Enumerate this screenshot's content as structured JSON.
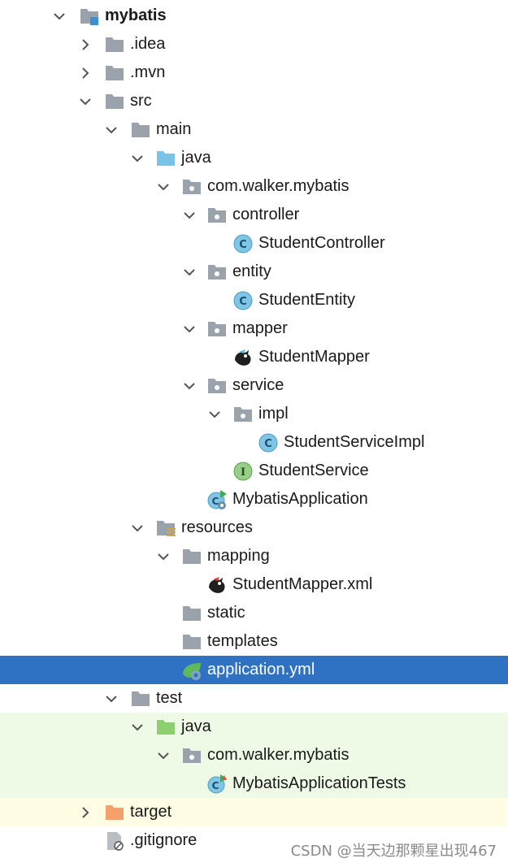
{
  "colors": {
    "selected_bg": "#2f72c4",
    "test_bg": "#eefae6",
    "target_bg": "#fffde4",
    "folder_gray": "#9aa3ab",
    "folder_blue": "#79c4e6",
    "folder_green": "#8ccf6f",
    "folder_orange": "#f4a06a",
    "class_blue": "#7fc6e6",
    "interface_green": "#98cf88"
  },
  "tree": {
    "items": [
      {
        "label": "mybatis",
        "icon": "module-icon",
        "expanded": true,
        "bold": true
      },
      {
        "label": ".idea",
        "icon": "folder-icon",
        "expanded": false
      },
      {
        "label": ".mvn",
        "icon": "folder-icon",
        "expanded": false
      },
      {
        "label": "src",
        "icon": "folder-icon",
        "expanded": true
      },
      {
        "label": "main",
        "icon": "folder-icon",
        "expanded": true
      },
      {
        "label": "java",
        "icon": "source-folder-icon",
        "expanded": true
      },
      {
        "label": "com.walker.mybatis",
        "icon": "package-icon",
        "expanded": true
      },
      {
        "label": "controller",
        "icon": "package-icon",
        "expanded": true
      },
      {
        "label": "StudentController",
        "icon": "class-icon"
      },
      {
        "label": "entity",
        "icon": "package-icon",
        "expanded": true
      },
      {
        "label": "StudentEntity",
        "icon": "class-icon"
      },
      {
        "label": "mapper",
        "icon": "package-icon",
        "expanded": true
      },
      {
        "label": "StudentMapper",
        "icon": "mybatis-bird-icon"
      },
      {
        "label": "service",
        "icon": "package-icon",
        "expanded": true
      },
      {
        "label": "impl",
        "icon": "package-icon",
        "expanded": true
      },
      {
        "label": "StudentServiceImpl",
        "icon": "class-icon"
      },
      {
        "label": "StudentService",
        "icon": "interface-icon"
      },
      {
        "label": "MybatisApplication",
        "icon": "spring-boot-class-icon"
      },
      {
        "label": "resources",
        "icon": "resources-folder-icon",
        "expanded": true
      },
      {
        "label": "mapping",
        "icon": "folder-icon",
        "expanded": true
      },
      {
        "label": "StudentMapper.xml",
        "icon": "mybatis-xml-icon"
      },
      {
        "label": "static",
        "icon": "folder-icon"
      },
      {
        "label": "templates",
        "icon": "folder-icon"
      },
      {
        "label": "application.yml",
        "icon": "spring-config-icon",
        "selected": true
      },
      {
        "label": "test",
        "icon": "folder-icon",
        "expanded": true
      },
      {
        "label": "java",
        "icon": "test-folder-icon",
        "expanded": true
      },
      {
        "label": "com.walker.mybatis",
        "icon": "package-icon",
        "expanded": true
      },
      {
        "label": "MybatisApplicationTests",
        "icon": "spring-boot-class-icon"
      },
      {
        "label": "target",
        "icon": "excluded-folder-icon",
        "expanded": false
      },
      {
        "label": ".gitignore",
        "icon": "ignored-file-icon"
      }
    ]
  },
  "watermark": "CSDN @当天边那颗星出现467"
}
